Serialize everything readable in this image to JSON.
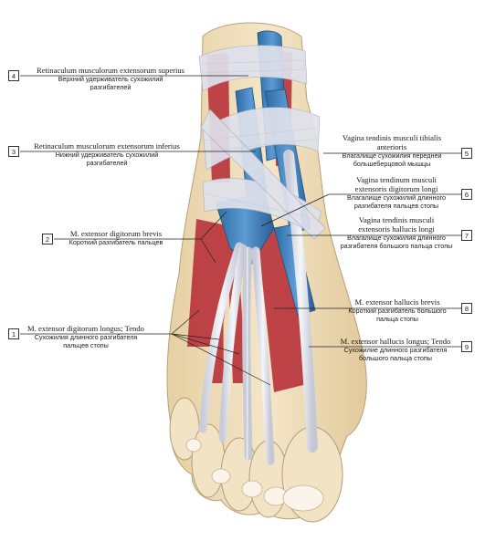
{
  "labels": [
    {
      "number": "4",
      "latin": "Retinaculum musculorum extensorum superius",
      "russian": "Верхний удерживатель сухожилий разгибателей"
    },
    {
      "number": "3",
      "latin": "Retinaculum musculorum extensorum inferius",
      "russian": "Нижний удерживатель сухожилий разгибателей"
    },
    {
      "number": "2",
      "latin": "M. extensor digitorum brevis",
      "russian": "Короткий разгибатель пальцев"
    },
    {
      "number": "1",
      "latin": "M. extensor digitorum longus; Tendo",
      "russian": "Сухожилия длинного разгибателя пальцев стопы"
    },
    {
      "number": "5",
      "latin": "Vagina tendinis musculi tibialis anterioris",
      "russian": "Влагалище сухожилия передней большеберцовой мышцы"
    },
    {
      "number": "6",
      "latin": "Vagina tendinum musculi extensoris digitorum longi",
      "russian": "Влагалище сухожилий длинного разгибателя пальцев стопы"
    },
    {
      "number": "7",
      "latin": "Vagina tendinis musculi extensoris hallucis longi",
      "russian": "Влагалище сухожилия длинного разгибателя большого пальца стопы"
    },
    {
      "number": "8",
      "latin": "M. extensor hallucis brevis",
      "russian": "Короткий разгибатель большого пальца стопы"
    },
    {
      "number": "9",
      "latin": "M. extensor hallucis longus; Tendo",
      "russian": "Сухожилие длинного разгибателя большого пальца стопы"
    }
  ],
  "colors": {
    "muscle": "#b8323a",
    "tendon": "#e4e6ee",
    "sheath": "#3f7fb8",
    "skin": "#f1e2c4",
    "leader": "#222222"
  }
}
